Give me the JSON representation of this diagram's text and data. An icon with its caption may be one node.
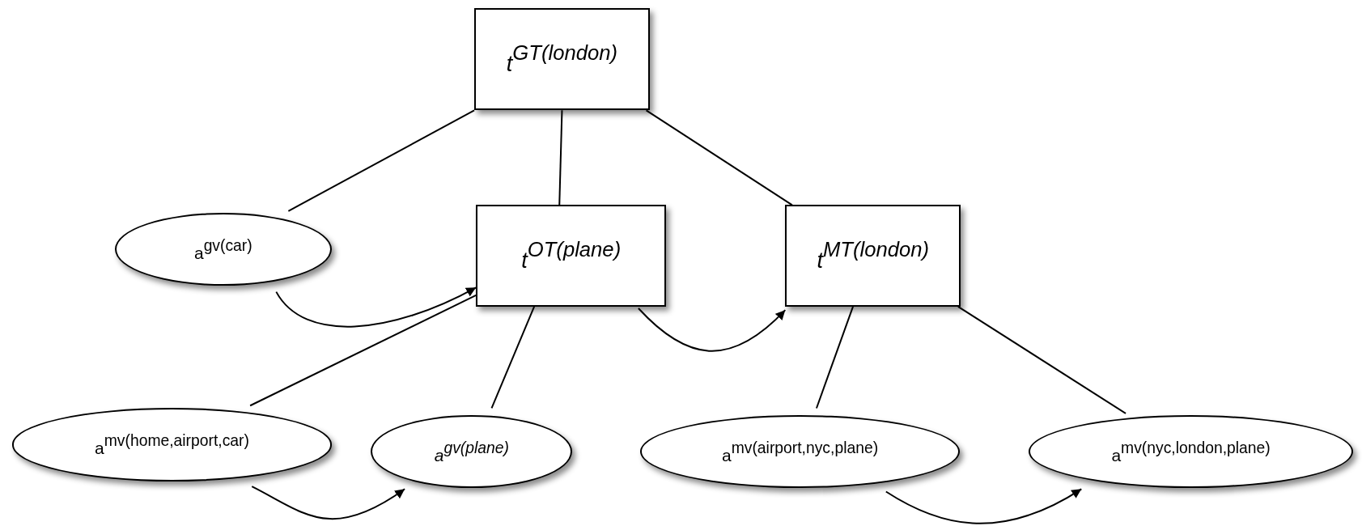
{
  "diagram": {
    "nodes": [
      {
        "text": [
          "t$^{GT(london)}$"
        ]
      },
      {
        "text": [
          "a$^{gv(car)}$"
        ]
      },
      {
        "text": [
          "t$^{OT(plane)}$"
        ]
      },
      {
        "text": [
          "t$^{MT(london)}$"
        ]
      },
      {
        "text": [
          "a$^{mv(home,airport,car)}$"
        ]
      },
      {
        "text": [
          "a$^{gv(plane)}$"
        ]
      },
      {
        "text": [
          "a$^{mv(airport,nyc,plane)}$"
        ]
      },
      {
        "text": [
          "a$^{mv(nyc,london,plane)}$"
        ]
      }
    ],
    "edges": [
      {
        "from": 0,
        "to": 1,
        "arrow": "none"
      },
      {
        "from": 0,
        "to": 2,
        "arrow": "none"
      },
      {
        "from": 0,
        "to": 3,
        "arrow": "none"
      },
      {
        "from": 1,
        "to": 2,
        "arrow": "to"
      },
      {
        "from": 2,
        "to": 4,
        "arrow": "none"
      },
      {
        "from": 2,
        "to": 5,
        "arrow": "none"
      },
      {
        "from": 2,
        "to": 3,
        "arrow": "to"
      },
      {
        "from": 3,
        "to": 6,
        "arrow": "none"
      },
      {
        "from": 3,
        "to": 7,
        "arrow": "none"
      },
      {
        "from": 4,
        "to": 5,
        "arrow": "to"
      },
      {
        "from": 6,
        "to": 7,
        "arrow": "to"
      }
    ]
  }
}
